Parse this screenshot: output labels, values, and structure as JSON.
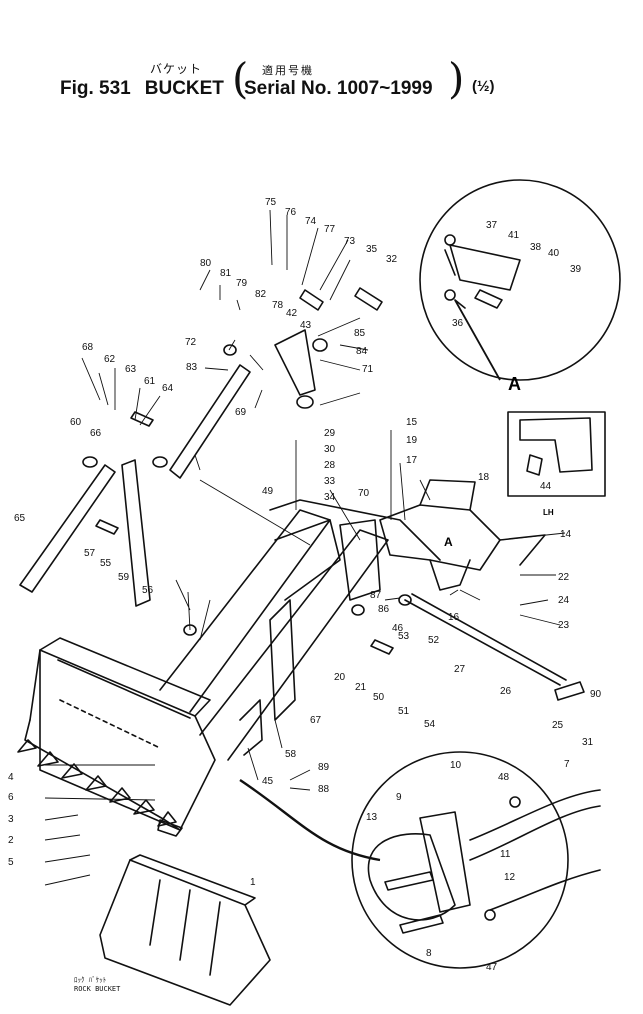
{
  "header": {
    "jp_title": "バケット",
    "jp_serial_note": "適用号機",
    "fig_label": "Fig. 531",
    "title": "BUCKET",
    "serial": "Serial No. 1007~1999",
    "sheet": "(½)"
  },
  "detail_labels": {
    "view_a": "A",
    "inset_a": "A",
    "inset_lh": "LH",
    "rock_jp": "ﾛｯｸ ﾊﾞｹｯﾄ",
    "rock_en": "ROCK BUCKET"
  },
  "callouts": [
    "75",
    "76",
    "74",
    "77",
    "73",
    "35",
    "32",
    "80",
    "81",
    "79",
    "82",
    "78",
    "42",
    "43",
    "85",
    "84",
    "71",
    "72",
    "83",
    "69",
    "68",
    "62",
    "63",
    "61",
    "64",
    "60",
    "66",
    "65",
    "57",
    "55",
    "59",
    "56",
    "86",
    "67",
    "58",
    "45",
    "29",
    "30",
    "28",
    "33",
    "34",
    "49",
    "70",
    "15",
    "19",
    "17",
    "18",
    "14",
    "22",
    "24",
    "23",
    "16",
    "87",
    "46",
    "27",
    "26",
    "53",
    "52",
    "20",
    "21",
    "50",
    "51",
    "54",
    "25",
    "90",
    "31",
    "89",
    "88",
    "4",
    "6",
    "3",
    "2",
    "5",
    "9",
    "10",
    "7",
    "48",
    "13",
    "11",
    "12",
    "8",
    "47",
    "37",
    "41",
    "38",
    "40",
    "39",
    "36",
    "44",
    "1"
  ]
}
